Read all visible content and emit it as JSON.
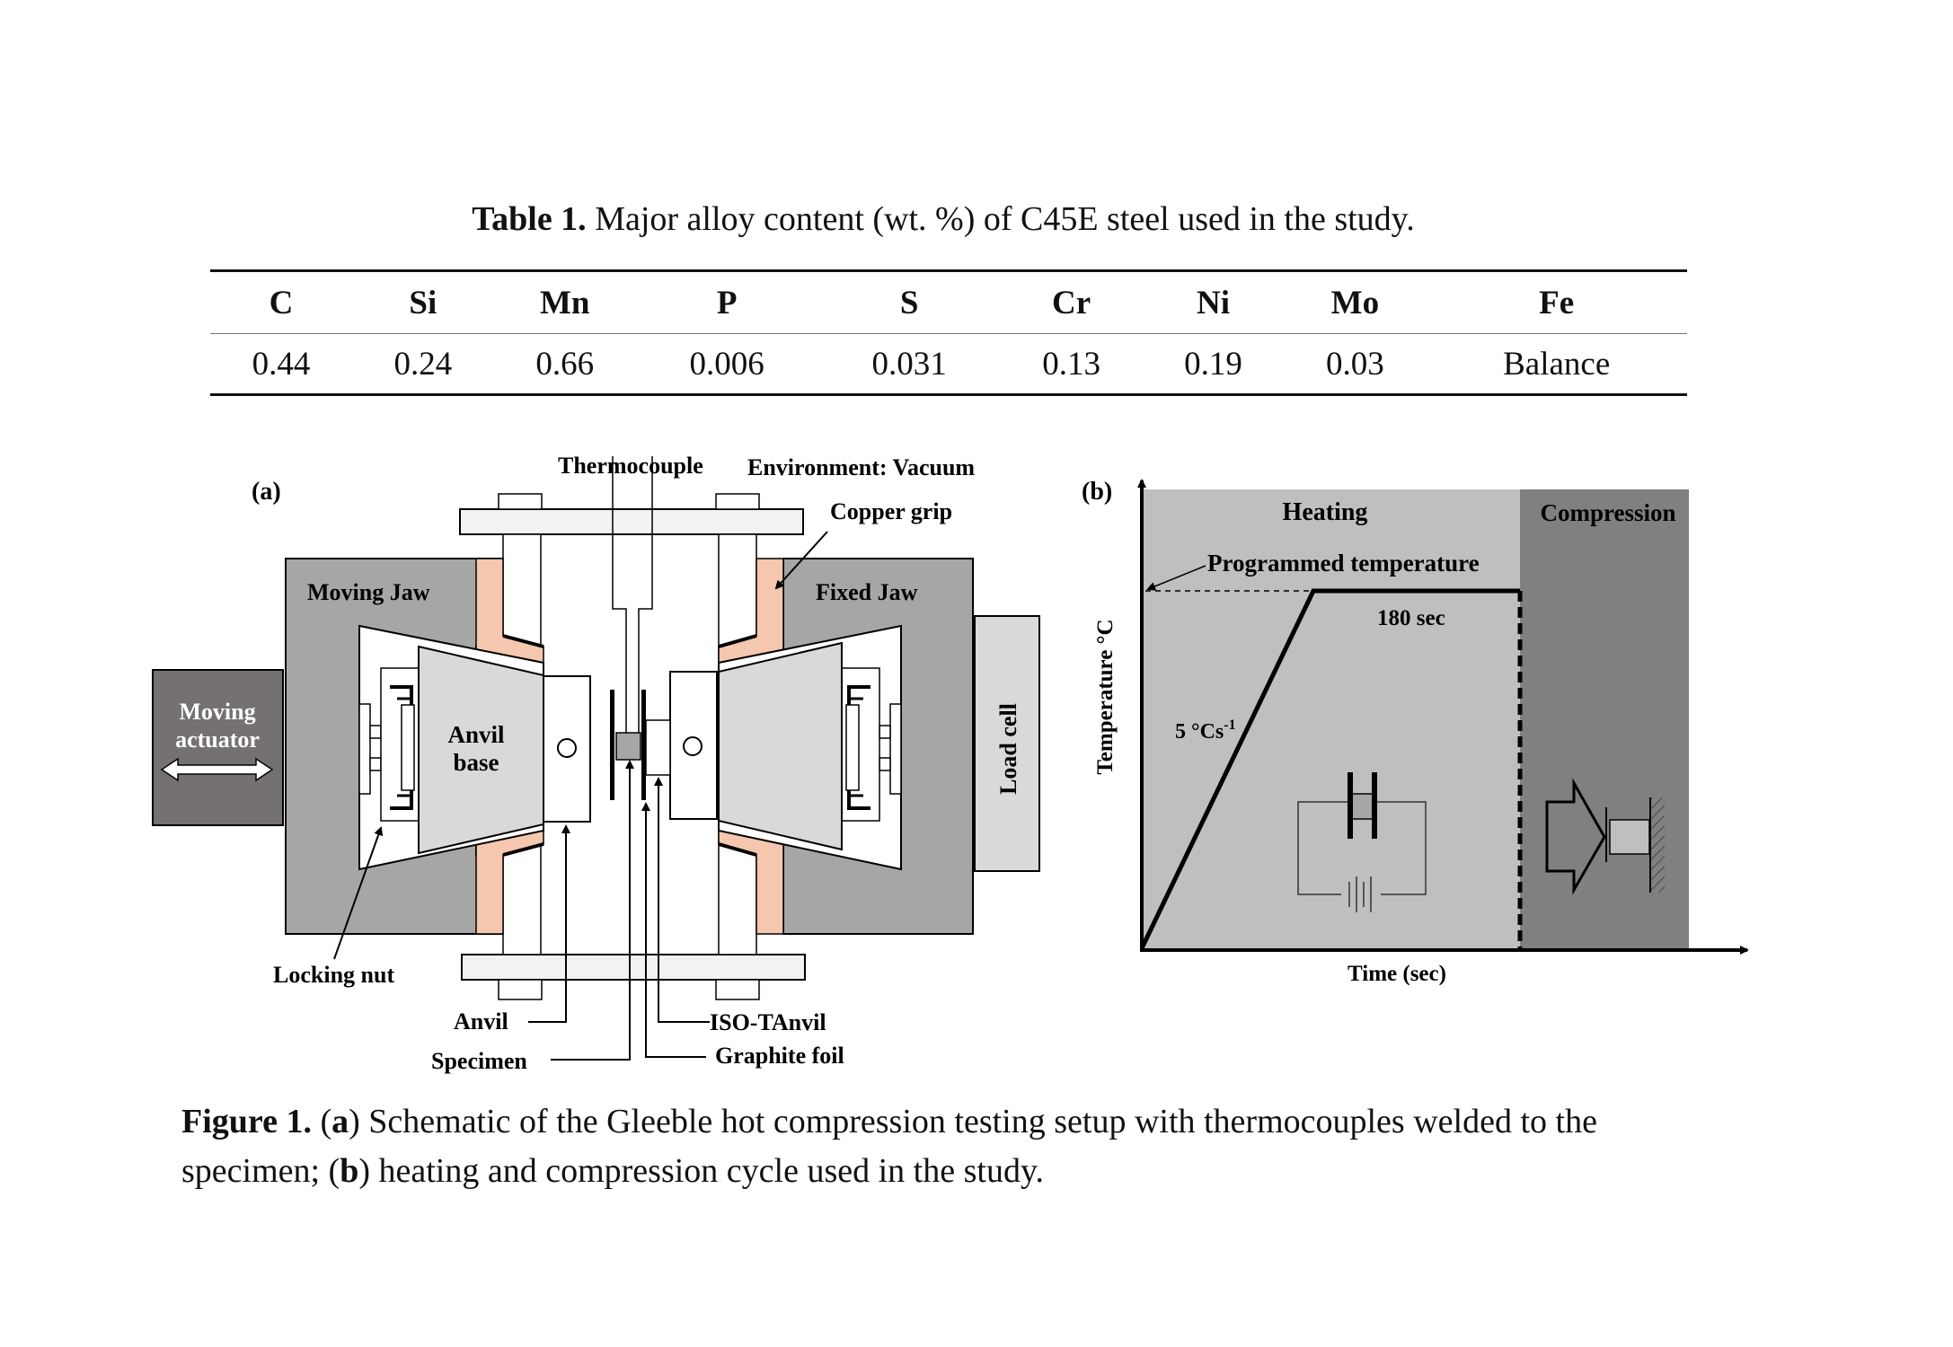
{
  "table": {
    "caption_label": "Table 1.",
    "caption_text": "Major alloy content (wt. %) of C45E steel used in the study.",
    "headers": [
      "C",
      "Si",
      "Mn",
      "P",
      "S",
      "Cr",
      "Ni",
      "Mo",
      "Fe"
    ],
    "values": [
      "0.44",
      "0.24",
      "0.66",
      "0.006",
      "0.031",
      "0.13",
      "0.19",
      "0.03",
      "Balance"
    ]
  },
  "figure_a": {
    "panel_label": "(a)",
    "thermocouple": "Thermocouple",
    "environment": "Environment: Vacuum",
    "copper_grip": "Copper grip",
    "moving_jaw": "Moving Jaw",
    "fixed_jaw": "Fixed Jaw",
    "moving_actuator_line1": "Moving",
    "moving_actuator_line2": "actuator",
    "anvil_base_line1": "Anvil",
    "anvil_base_line2": "base",
    "load_cell": "Load cell",
    "locking_nut": "Locking nut",
    "anvil": "Anvil",
    "specimen": "Specimen",
    "iso_tanvil": "ISO-TAnvil",
    "graphite_foil": "Graphite foil"
  },
  "figure_b": {
    "panel_label": "(b)",
    "heating": "Heating",
    "compression": "Compression",
    "programmed_temperature": "Programmed temperature",
    "hold_time": "180 sec",
    "heating_rate": "5 °Cs",
    "heating_rate_sup": "-1",
    "ylabel": "Temperature °C",
    "xlabel": "Time (sec)"
  },
  "figure_caption": {
    "label": "Figure 1.",
    "a_open": " (",
    "a": "a",
    "a_text": ") Schematic of the Gleeble hot compression testing setup with thermocouples welded to the specimen; (",
    "b": "b",
    "b_text": ") heating and compression cycle used in the study."
  },
  "colors": {
    "jaw_gray": "#a6a6a6",
    "actuator_gray": "#767171",
    "copper": "#f4c7ae",
    "light_gray": "#d9d9d9",
    "heating_bg": "#bfbfbf",
    "compression_bg": "#808080"
  }
}
